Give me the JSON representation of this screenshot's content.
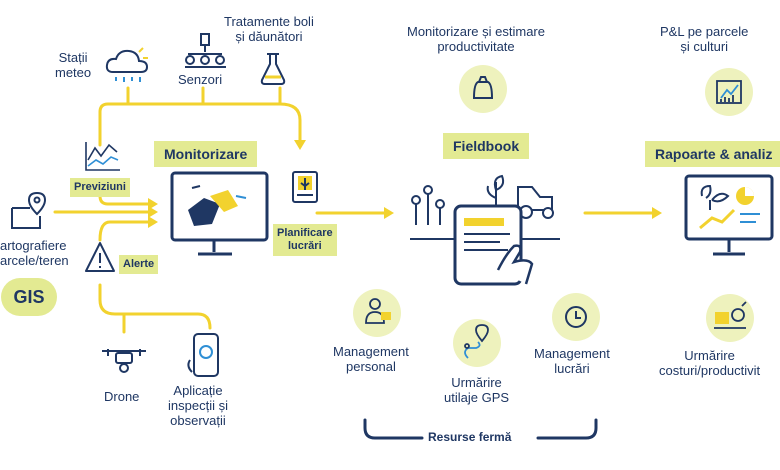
{
  "colors": {
    "navy": "#1f3763",
    "yellow": "#f2d22e",
    "lime": "#e3ea92",
    "pale": "#eef2bd",
    "blue": "#2f8fd5"
  },
  "inputs": {
    "weather": "Stații\nmeteo",
    "sensors": "Senzori",
    "treatments": "Tratamente boli\nși dăunători",
    "forecasts": "Previziuni",
    "alerts": "Alerte",
    "mapping": "artografiere\narcele/teren",
    "gis": "GIS",
    "drone": "Drone",
    "inspection_app": "Aplicație\ninspecții și\nobservații"
  },
  "monitoring": {
    "title": "Monitorizare",
    "planning": "Planificare\nlucrări"
  },
  "fieldbook": {
    "title": "Fieldbook",
    "productivity": "Monitorizare și estimare\nproductivitate",
    "personnel": "Management\npersonal",
    "gps": "Urmărire\nutilaje GPS",
    "works": "Management\nlucrări",
    "resources": "Resurse fermă"
  },
  "reports": {
    "title": "Rapoarte & analiz",
    "pl": "P&L pe parcele\nși culturi",
    "costs": "Urmărire\ncosturi/productivit"
  },
  "icons": [
    "cloud-rain-icon",
    "sensor-icon",
    "flask-icon",
    "chart-icon",
    "warning-icon",
    "map-pin-icon",
    "drone-icon",
    "phone-icon",
    "monitor-icon",
    "planner-icon",
    "bag-icon",
    "tablet-icon",
    "person-icon",
    "gps-icon",
    "clock-icon",
    "pl-icon",
    "money-icon",
    "analytics-monitor-icon"
  ]
}
